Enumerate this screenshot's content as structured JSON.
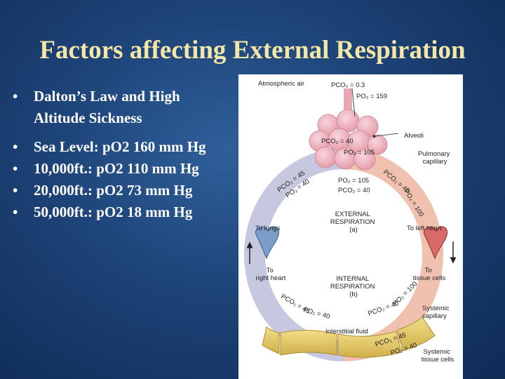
{
  "slide": {
    "title": "Factors affecting External Respiration",
    "bullets": [
      {
        "line1": "Dalton’s Law  and High",
        "line2": "Altitude Sickness"
      },
      {
        "text": "Sea Level: pO2 160 mm Hg"
      },
      {
        "text": "10,000ft.:  pO2 110 mm Hg"
      },
      {
        "text": "20,000ft.:  pO2 73 mm Hg"
      },
      {
        "text": "50,000ft.:  pO2  18 mm Hg"
      }
    ]
  },
  "figure": {
    "atmospheric_air": "Atmospheric air",
    "atm_pco2": "PCO₂ = 0.3",
    "atm_po2": "PO₂ = 159",
    "alveoli": "Alveoli",
    "alv_pco2": "PCO₂ = 40",
    "alv_po2": "PO₂ = 105",
    "pulmonary_capillary": [
      "Pulmonary",
      "capillary"
    ],
    "left_pco2": "PCO₂ = 45",
    "left_po2": "PO₂ = 40",
    "right_pco2": "PCO₂ = 40",
    "right_po2": "PO₂ = 100",
    "mid_po2": "PO₂ = 105",
    "mid_pco2": "PCO₂ = 40",
    "external_respiration": [
      "EXTERNAL",
      "RESPIRATION",
      "(a)"
    ],
    "to_lungs": "To lungs",
    "to_left_heart": "To left heart",
    "to_right_heart": [
      "To",
      "right heart"
    ],
    "to_tissue_cells": [
      "To",
      "tissue cells"
    ],
    "internal_respiration": [
      "INTERNAL",
      "RESPIRATION",
      "(b)"
    ],
    "bottom_left_pco2": "PCO₂ = 45",
    "bottom_left_po2": "PO₂ = 40",
    "bottom_right_pco2": "PCO₂ = 40",
    "bottom_right_po2": "PO₂ = 100",
    "systemic_capillary": [
      "Systemic",
      "capillary"
    ],
    "interstitial_fluid": "Interstitial fluid",
    "tissue_pco2": "PCO₂ = 45",
    "tissue_po2": "PO₂ = 40",
    "systemic_tissue_cells": [
      "Systemic",
      "tissue cells"
    ]
  }
}
